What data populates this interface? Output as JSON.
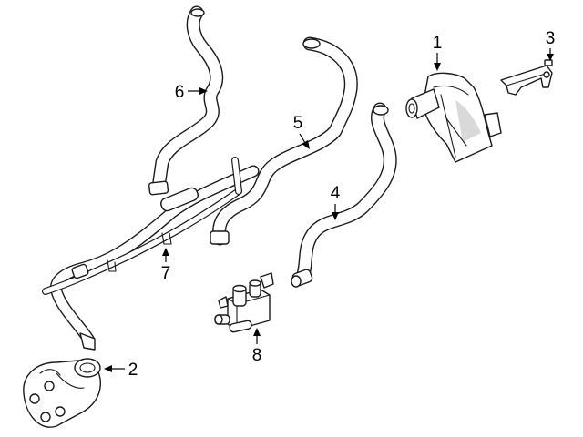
{
  "callouts": [
    {
      "id": 1,
      "label": "1"
    },
    {
      "id": 2,
      "label": "2"
    },
    {
      "id": 3,
      "label": "3"
    },
    {
      "id": 4,
      "label": "4"
    },
    {
      "id": 5,
      "label": "5"
    },
    {
      "id": 6,
      "label": "6"
    },
    {
      "id": 7,
      "label": "7"
    },
    {
      "id": 8,
      "label": "8"
    }
  ],
  "colors": {
    "line": "#1a1a1a",
    "background": "#ffffff",
    "shade": "#d9d9d9"
  }
}
